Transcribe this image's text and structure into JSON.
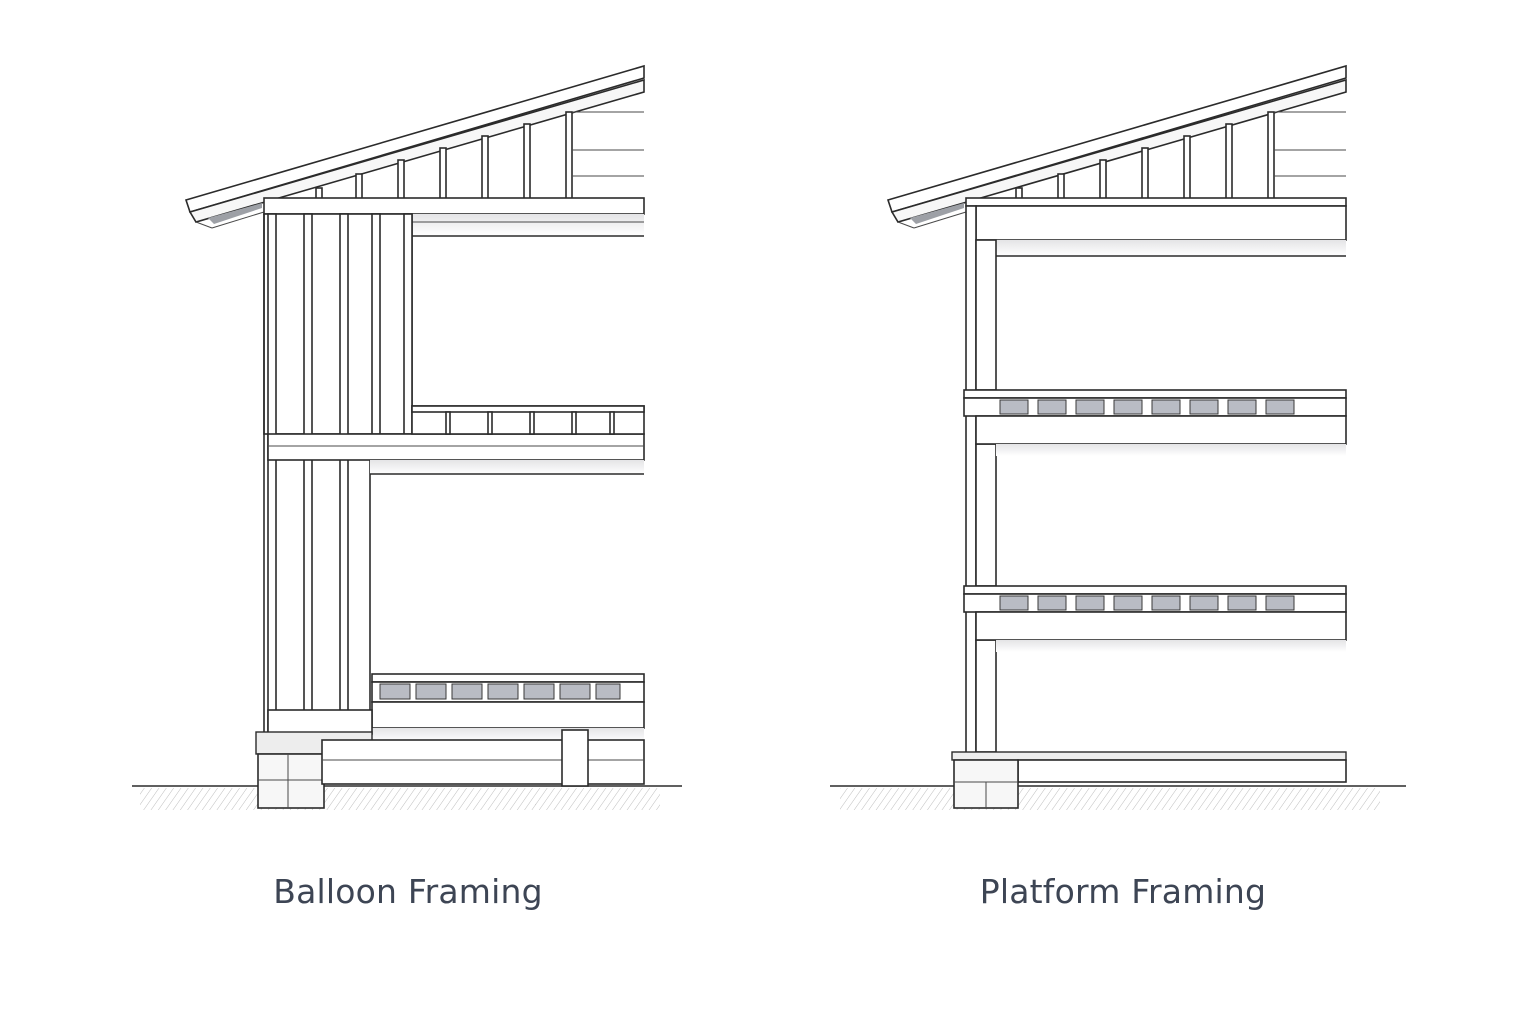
{
  "diagrams": [
    {
      "id": "balloon",
      "caption": "Balloon Framing"
    },
    {
      "id": "platform",
      "caption": "Platform Framing"
    }
  ],
  "colors": {
    "line": "#2b2b2b",
    "caption": "#3d4554",
    "blocking": "#b9bcc4",
    "ground": "#9a9a9a"
  }
}
